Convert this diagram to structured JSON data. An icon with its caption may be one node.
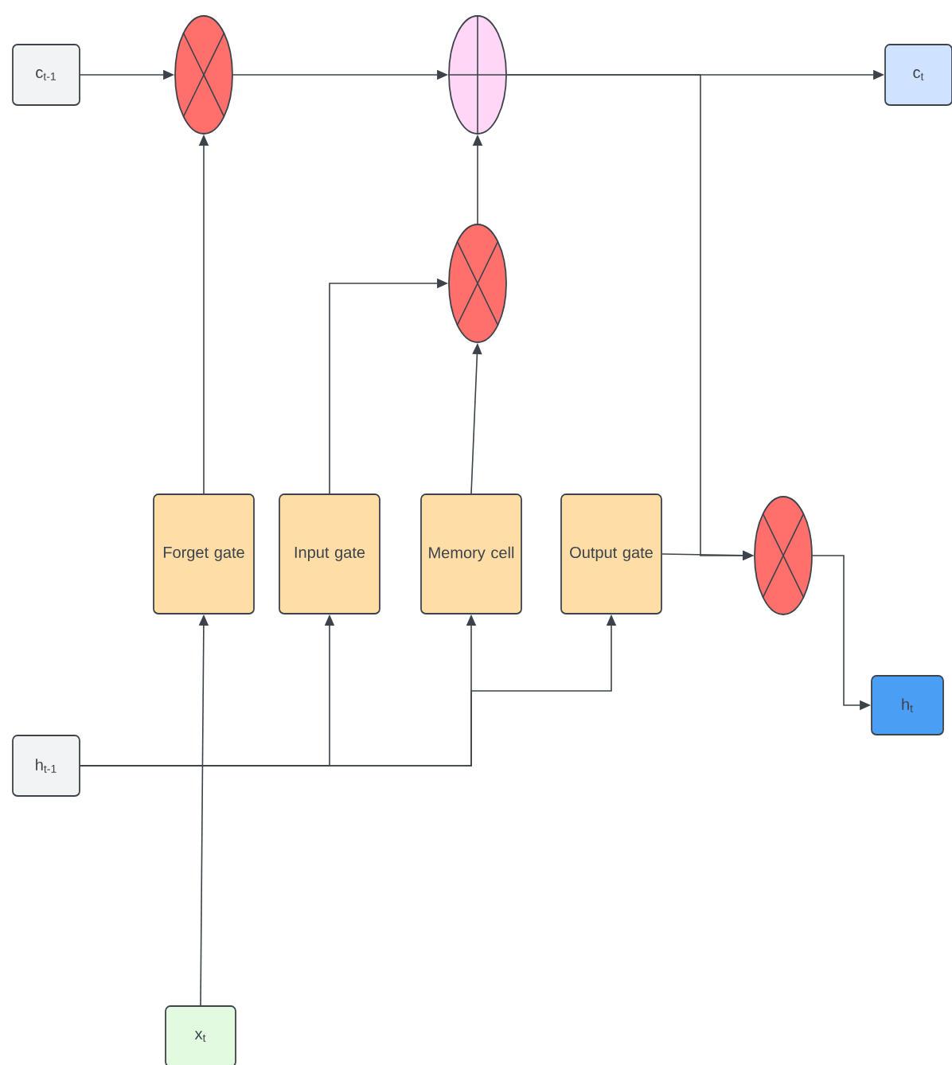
{
  "diagram": {
    "nodes": [
      {
        "text": [
          "c$_{t-1}$"
        ]
      },
      {
        "text": [],
        "shape": "circle"
      },
      {
        "text": [],
        "shape": "circle"
      },
      {
        "text": [
          "c$_{t}$"
        ]
      },
      {
        "text": [],
        "shape": "circle"
      },
      {
        "text": [
          "Forget gate"
        ]
      },
      {
        "text": [
          "Input gate"
        ]
      },
      {
        "text": [
          "Memory cell"
        ]
      },
      {
        "text": [
          "Output gate"
        ]
      },
      {
        "text": [],
        "shape": "circle"
      },
      {
        "text": [
          "h$_{t-1}$"
        ]
      },
      {
        "text": [
          "h$_{t}$"
        ]
      },
      {
        "text": [
          "x$_{t}$"
        ]
      }
    ],
    "edges": [
      {
        "from": 0,
        "to": 1,
        "arrow": "to"
      },
      {
        "from": 1,
        "to": 2,
        "arrow": "to"
      },
      {
        "from": 2,
        "to": 3,
        "arrow": "to"
      },
      {
        "from": 5,
        "to": 1,
        "arrow": "to"
      },
      {
        "from": 6,
        "to": 4,
        "arrow": "to"
      },
      {
        "from": 4,
        "to": 2,
        "arrow": "to"
      },
      {
        "from": 7,
        "to": 4,
        "arrow": "to"
      },
      {
        "from": 2,
        "to": 9,
        "arrow": "to"
      },
      {
        "from": 8,
        "to": 9,
        "arrow": "to"
      },
      {
        "from": 9,
        "to": 11,
        "arrow": "to"
      },
      {
        "from": 10,
        "to": 6,
        "arrow": "to"
      },
      {
        "from": 10,
        "to": 7,
        "arrow": "to"
      },
      {
        "from": 10,
        "to": 8,
        "arrow": "to"
      },
      {
        "from": 12,
        "to": 5,
        "arrow": "to"
      }
    ]
  }
}
